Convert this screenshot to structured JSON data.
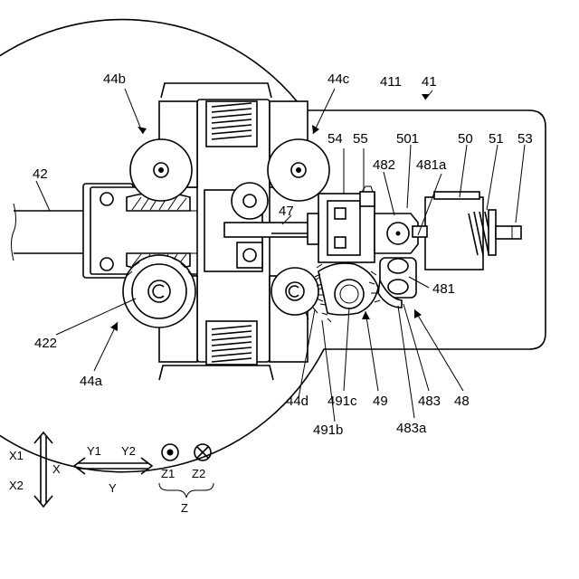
{
  "diagram": {
    "labels": {
      "l_44b": "44b",
      "l_44c": "44c",
      "l_411": "411",
      "l_41": "41",
      "l_54": "54",
      "l_55": "55",
      "l_501": "501",
      "l_50": "50",
      "l_51": "51",
      "l_53": "53",
      "l_482": "482",
      "l_481a": "481a",
      "l_42": "42",
      "l_47": "47",
      "l_481": "481",
      "l_422": "422",
      "l_44a": "44a",
      "l_44d": "44d",
      "l_491c": "491c",
      "l_49": "49",
      "l_483": "483",
      "l_48": "48",
      "l_491b": "491b",
      "l_483a": "483a"
    },
    "legend": {
      "x1": "X1",
      "x2": "X2",
      "x": "X",
      "y1": "Y1",
      "y2": "Y2",
      "y": "Y",
      "z1": "Z1",
      "z2": "Z2",
      "z": "Z"
    }
  }
}
